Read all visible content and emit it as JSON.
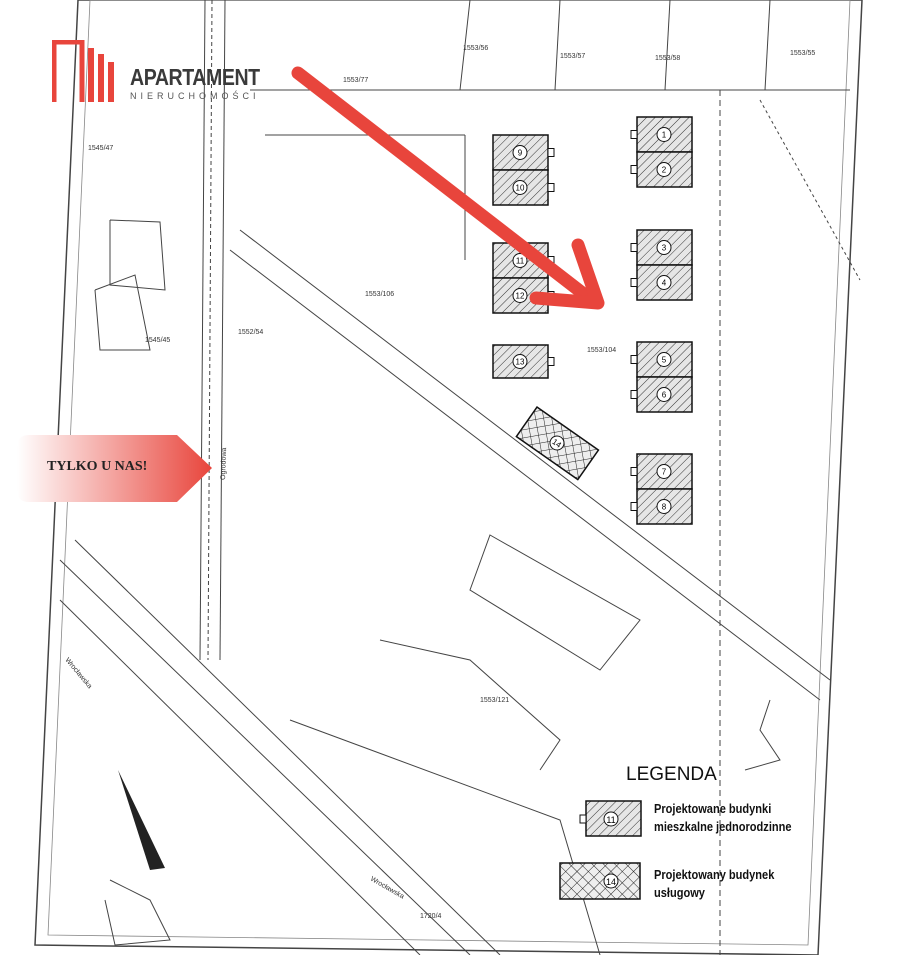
{
  "logo": {
    "title": "APARTAMENT",
    "subtitle": "NIERUCHOMOŚCI",
    "color": "#e8453c"
  },
  "badge": {
    "text": "TYLKO U NAS!"
  },
  "map": {
    "parcels": [
      "1553/77",
      "1553/56",
      "1553/57",
      "1553/58",
      "1553/55",
      "1553/106",
      "1553/104",
      "1552/54",
      "1545/45",
      "1545/47",
      "1553/121",
      "1720/4"
    ],
    "streets": [
      "Wrocławska",
      "Wrocławska",
      "Ogrodowa"
    ],
    "buildings_residential": [
      "1",
      "2",
      "3",
      "4",
      "5",
      "6",
      "7",
      "8",
      "9",
      "10",
      "11",
      "12",
      "13"
    ],
    "building_service": "14"
  },
  "legend": {
    "title": "LEGENDA",
    "items": [
      {
        "symbol": "11",
        "label_line1": "Projektowane budynki",
        "label_line2": "mieszkalne jednorodzinne"
      },
      {
        "symbol": "14",
        "label_line1": "Projektowany budynek",
        "label_line2": "usługowy"
      }
    ]
  },
  "colors": {
    "arrow": "#e8453c",
    "hatch": "#333333"
  }
}
